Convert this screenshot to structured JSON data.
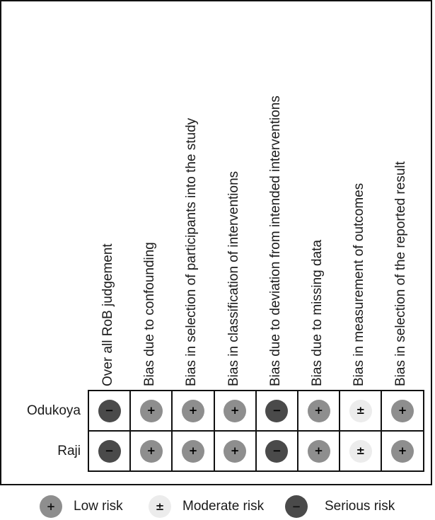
{
  "columns": [
    "Over all RoB judgement",
    "Bias due to confounding",
    "Bias in selection of participants into the study",
    "Bias in classification of interventions",
    "Bias due to deviation from intended interventions",
    "Bias due to missing data",
    "Bias in measurement of outcomes",
    "Bias in selection of the reported result"
  ],
  "rows": [
    {
      "study": "Odukoya",
      "judgements": [
        "serious",
        "low",
        "low",
        "low",
        "serious",
        "low",
        "moderate",
        "low"
      ]
    },
    {
      "study": "Raji",
      "judgements": [
        "serious",
        "low",
        "low",
        "low",
        "serious",
        "low",
        "moderate",
        "low"
      ]
    }
  ],
  "symbols": {
    "low": "+",
    "moderate": "±",
    "serious": "−"
  },
  "colors": {
    "low": "#8e8e8e",
    "moderate": "#ececec",
    "serious": "#4a4a4a"
  },
  "legend": [
    {
      "key": "low",
      "label": "Low risk"
    },
    {
      "key": "moderate",
      "label": "Moderate risk"
    },
    {
      "key": "serious",
      "label": "Serious risk"
    }
  ]
}
